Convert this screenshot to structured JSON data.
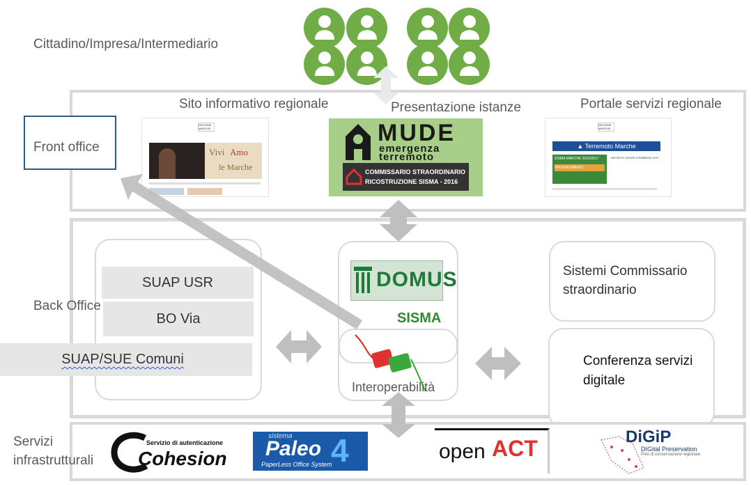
{
  "tiers": {
    "citizen": "Cittadino/Impresa/Intermediario",
    "front_office": "Front office",
    "back_office": "Back Office",
    "infra": "Servizi\ninfrastrutturali"
  },
  "front": {
    "site_title": "Sito informativo regionale",
    "present_title": "Presentazione istanze",
    "portal_title": "Portale servizi regionale",
    "site_thumb": {
      "brand": "REGIONE\nMARCHE",
      "slogan_a": "Vivi",
      "slogan_b": "Amo",
      "slogan_c": "le Marche"
    },
    "mude": {
      "brand": "MUDE",
      "line1": "emergenza",
      "line2": "terremoto",
      "comm1": "COMMISSARIO STRAORDINARIO",
      "comm2": "RICOSTRUZIONE SISMA - 2016"
    },
    "portal_thumb": {
      "brand": "REGIONE\nMARCHE",
      "banner": "Terremoto Marche",
      "card": "SISMA MARCHE 2016/2017",
      "card2": "PROVVEDIMENTI",
      "news": "DECRETO LEGGE 9 FEBBRAIO 2017"
    }
  },
  "back": {
    "suap_usr": "SUAP USR",
    "bo_via": "BO Via",
    "suap_sue": "SUAP/SUE  Comuni",
    "domus": "DOMUS",
    "sisma": "SISMA",
    "interop": "Interoperabilità",
    "sistemi": "Sistemi Commissario\nstraordinario",
    "conferenza": "Conferenza servizi\ndigitale"
  },
  "infra_logos": {
    "cohesion_small": "Servizio di autenticazione",
    "cohesion": "Cohesion",
    "paleo_small": "sistema",
    "paleo": "Paleo",
    "paleo_num": "4",
    "paleo_sub": "PaperLess Office System",
    "openact_a": "open",
    "openact_b": "ACT",
    "digip": "DiGiP",
    "digip_sub": "DIGital Preservation",
    "digip_sub2": "Polo di conservazione regionale"
  },
  "colors": {
    "user_green": "#70ad47",
    "front_box": "#2e5b7e",
    "panel_grey": "#d9d9d9",
    "sisma_green": "#2f8a2f",
    "domus_green": "#1f7a3a"
  }
}
